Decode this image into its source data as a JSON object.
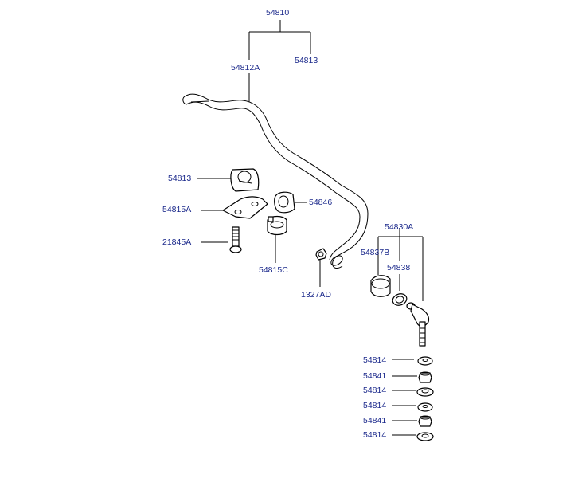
{
  "callouts": {
    "stabilizer_assy": "54810",
    "stabilizer_bar": "54812A",
    "top_bushing": "54813",
    "clamp_bushing": "54813",
    "bracket": "54815A",
    "bolt": "21845A",
    "bushing_b": "54815C",
    "bushing_c": "54846",
    "nut": "1327AD",
    "link_assy": "54830A",
    "boot": "54837B",
    "ring": "54838",
    "washer_1": "54814",
    "spacer_1": "54841",
    "washer_2": "54814",
    "washer_3": "54814",
    "spacer_2": "54841",
    "washer_4": "54814"
  }
}
